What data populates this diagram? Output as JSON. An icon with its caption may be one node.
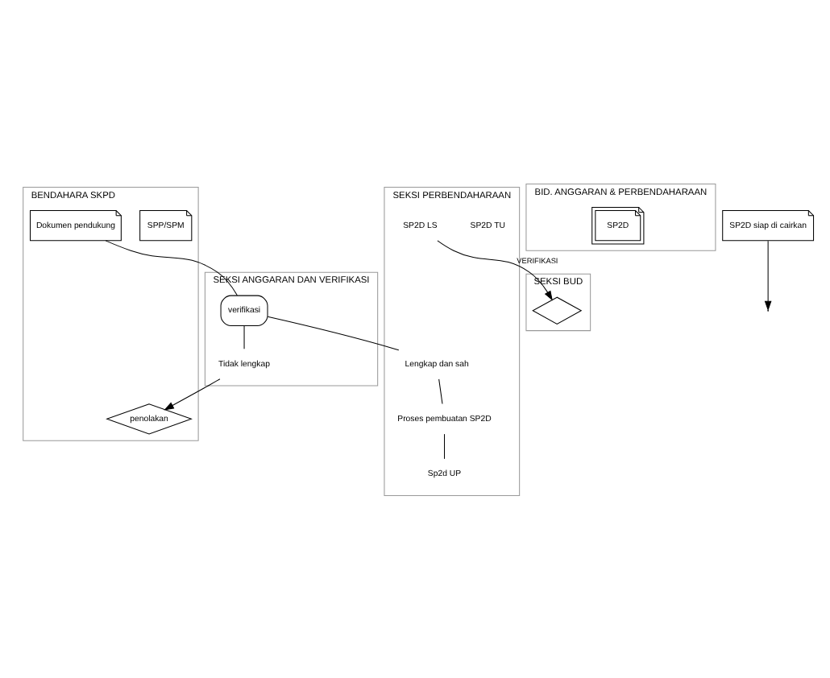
{
  "diagram": {
    "nodes": [
      {
        "text": [
          "BENDAHARA SKPD"
        ]
      },
      {
        "text": [
          "SEKSI ANGGARAN DAN VERIFIKASI"
        ]
      },
      {
        "text": [
          "SEKSI PERBENDAHARAAN"
        ]
      },
      {
        "text": [
          "SEKSI BUD"
        ]
      },
      {
        "text": [
          "BID. ANGGARAN & PERBENDAHARAAN"
        ]
      },
      {
        "text": [
          "SPP/SPM"
        ],
        "in": 0
      },
      {
        "text": [
          "Dokumen pendukung"
        ],
        "in": 0
      },
      {
        "text": [
          "verifikasi"
        ],
        "in": 1
      },
      {
        "text": [
          "penolakan"
        ],
        "in": 0
      },
      {
        "text": [
          "Tidak lengkap"
        ],
        "in": 1
      },
      {
        "text": [
          "Lengkap dan sah"
        ],
        "in": 2
      },
      {
        "text": [
          "Proses pembuatan SP2D"
        ],
        "in": 2
      },
      {
        "text": [
          "Sp2d UP"
        ],
        "in": 2
      },
      {
        "text": [
          "SP2D TU"
        ],
        "in": 2
      },
      {
        "text": [
          "SP2D LS"
        ],
        "in": 2
      },
      {
        "text": [],
        "shape": "diamond",
        "in": 3
      },
      {
        "text": [
          "SP2D"
        ],
        "in": 4
      },
      {
        "text": [
          "SP2D siap di cairkan"
        ]
      }
    ],
    "edges": [
      {
        "from": 6,
        "to": 7,
        "arrow": "none"
      },
      {
        "from": 7,
        "to": 10,
        "arrow": "none"
      },
      {
        "from": 7,
        "to": 9,
        "arrow": "none"
      },
      {
        "from": 9,
        "to": 8,
        "arrow": "to"
      },
      {
        "from": 10,
        "to": 11,
        "arrow": "none"
      },
      {
        "from": 11,
        "to": 12,
        "arrow": "none"
      },
      {
        "from": 14,
        "to": 15,
        "arrow": "to",
        "label": "VERIFIKASI"
      },
      {
        "from": 17,
        "to": null,
        "arrow": "to"
      }
    ]
  }
}
